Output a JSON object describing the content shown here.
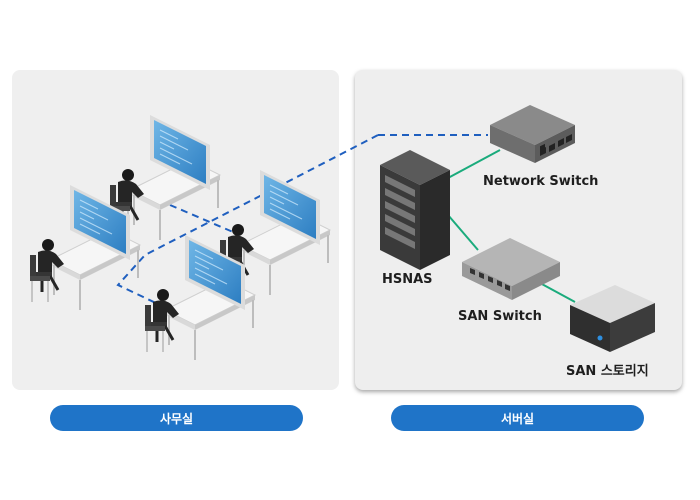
{
  "office": {
    "label": "사무실"
  },
  "server_room": {
    "label": "서버실",
    "devices": {
      "hsnas": "HSNAS",
      "network_switch": "Network Switch",
      "san_switch": "SAN Switch",
      "san_storage": "SAN 스토리지"
    }
  },
  "colors": {
    "pill": "#1f74c8",
    "lan_link": "#1f5fbf",
    "san_link": "#1aab7c",
    "panel": "#efefef"
  },
  "icons": [
    "monitor-icon",
    "person-icon",
    "desk-icon",
    "chair-icon",
    "server-rack-icon",
    "switch-icon",
    "storage-icon"
  ]
}
